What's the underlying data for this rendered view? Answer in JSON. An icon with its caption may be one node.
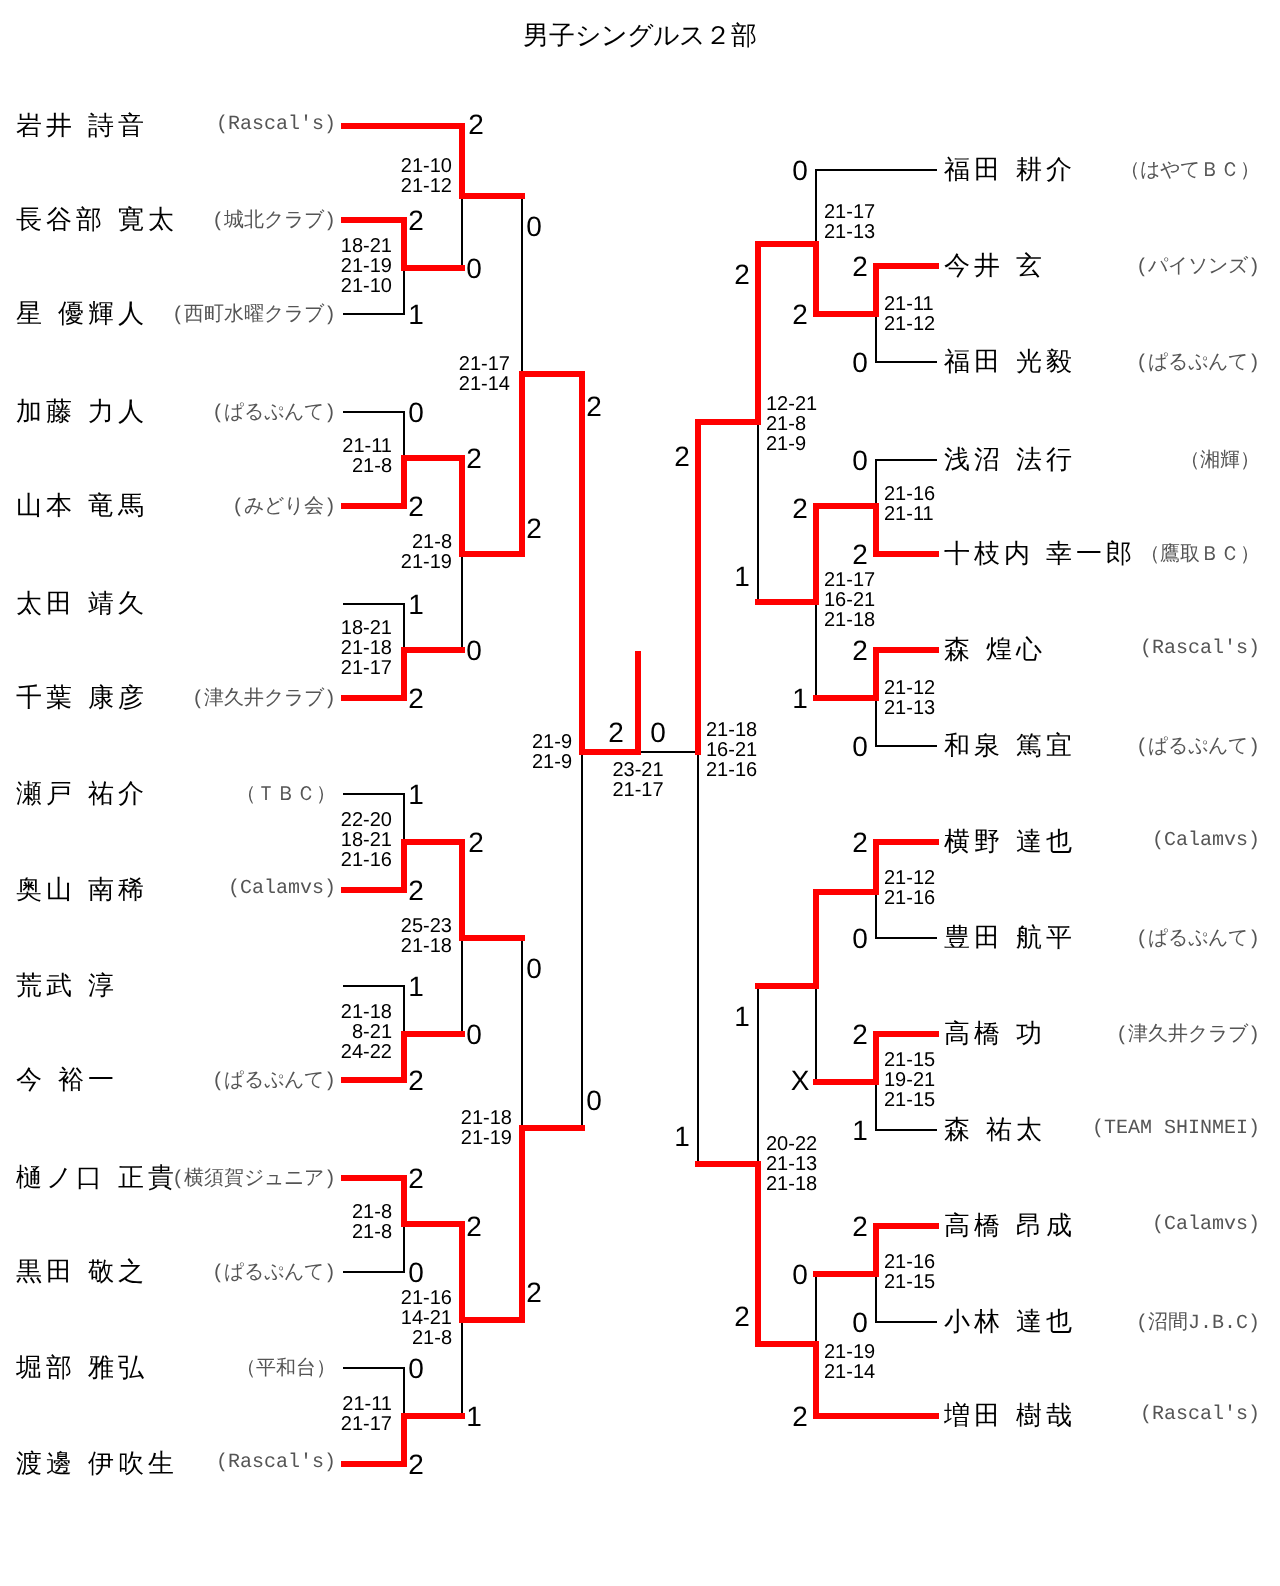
{
  "diagram": {
    "title": "男子シングルス２部",
    "labels": [
      "岩井 詩音",
      "(Rascal's)",
      "2",
      "21-10 21-12",
      "長谷部 寛太",
      "(城北クラブ)",
      "2",
      "0",
      "18-21 21-19 21-10",
      "0",
      "星 優輝人",
      "(西町水曜クラブ)",
      "1",
      "21-17 21-14",
      "2",
      "加藤 力人",
      "(ぱるぷんて)",
      "0",
      "21-11 21-8",
      "2",
      "山本 竜馬",
      "(みどり会)",
      "2",
      "2",
      "21-8 21-19",
      "太田 靖久",
      "1",
      "18-21 21-18 21-17",
      "0",
      "千葉 康彦",
      "(津久井クラブ)",
      "2",
      "2",
      "21-9 21-9",
      "0",
      "23-21 21-17",
      "21-18 16-21 21-16",
      "瀬戸 祐介",
      "（ＴＢＣ）",
      "1",
      "22-20 18-21 21-16",
      "2",
      "奥山 南稀",
      "(Calamvs)",
      "2",
      "25-23 21-18",
      "0",
      "荒武 淳",
      "1",
      "21-18 8-21 24-22",
      "0",
      "今 裕一",
      "(ぱるぷんて)",
      "2",
      "0",
      "21-18 21-19",
      "樋ノ口 正貴",
      "(横須賀ジュニア)",
      "2",
      "21-8 21-8",
      "2",
      "黒田 敬之",
      "(ぱるぷんて)",
      "0",
      "2",
      "21-16 14-21 21-8",
      "堀部 雅弘",
      "（平和台）",
      "0",
      "21-11 21-17",
      "1",
      "渡邊 伊吹生",
      "(Rascal's)",
      "2",
      "0",
      "福田 耕介",
      "（はやてＢＣ）",
      "21-17 21-13",
      "2",
      "2",
      "今井 玄",
      "(パイソンズ)",
      "2",
      "21-11 21-12",
      "0",
      "福田 光毅",
      "(ぱるぷんて)",
      "12-21 21-8 21-9",
      "2",
      "0",
      "浅沼 法行",
      "（湘輝）",
      "2",
      "21-16 21-11",
      "2",
      "十枝内 幸一郎",
      "（鷹取ＢＣ）",
      "1",
      "21-17 16-21 21-18",
      "2",
      "森 煌心",
      "(Rascal's)",
      "1",
      "21-12 21-13",
      "0",
      "和泉 篤宜",
      "(ぱるぷんて)",
      "2",
      "横野 達也",
      "(Calamvs)",
      "21-12 21-16",
      "0",
      "豊田 航平",
      "(ぱるぷんて)",
      "1",
      "2",
      "高橋 功",
      "(津久井クラブ)",
      "X",
      "21-15 19-21 21-15",
      "1",
      "森 祐太",
      "(TEAM SHINMEI)",
      "1",
      "20-22 21-13 21-18",
      "2",
      "高橋 昂成",
      "(Calamvs)",
      "0",
      "21-16 21-15",
      "2",
      "0",
      "小林 達也",
      "(沼間J.B.C)",
      "21-19 21-14",
      "2",
      "増田 樹哉",
      "(Rascal's)"
    ]
  }
}
